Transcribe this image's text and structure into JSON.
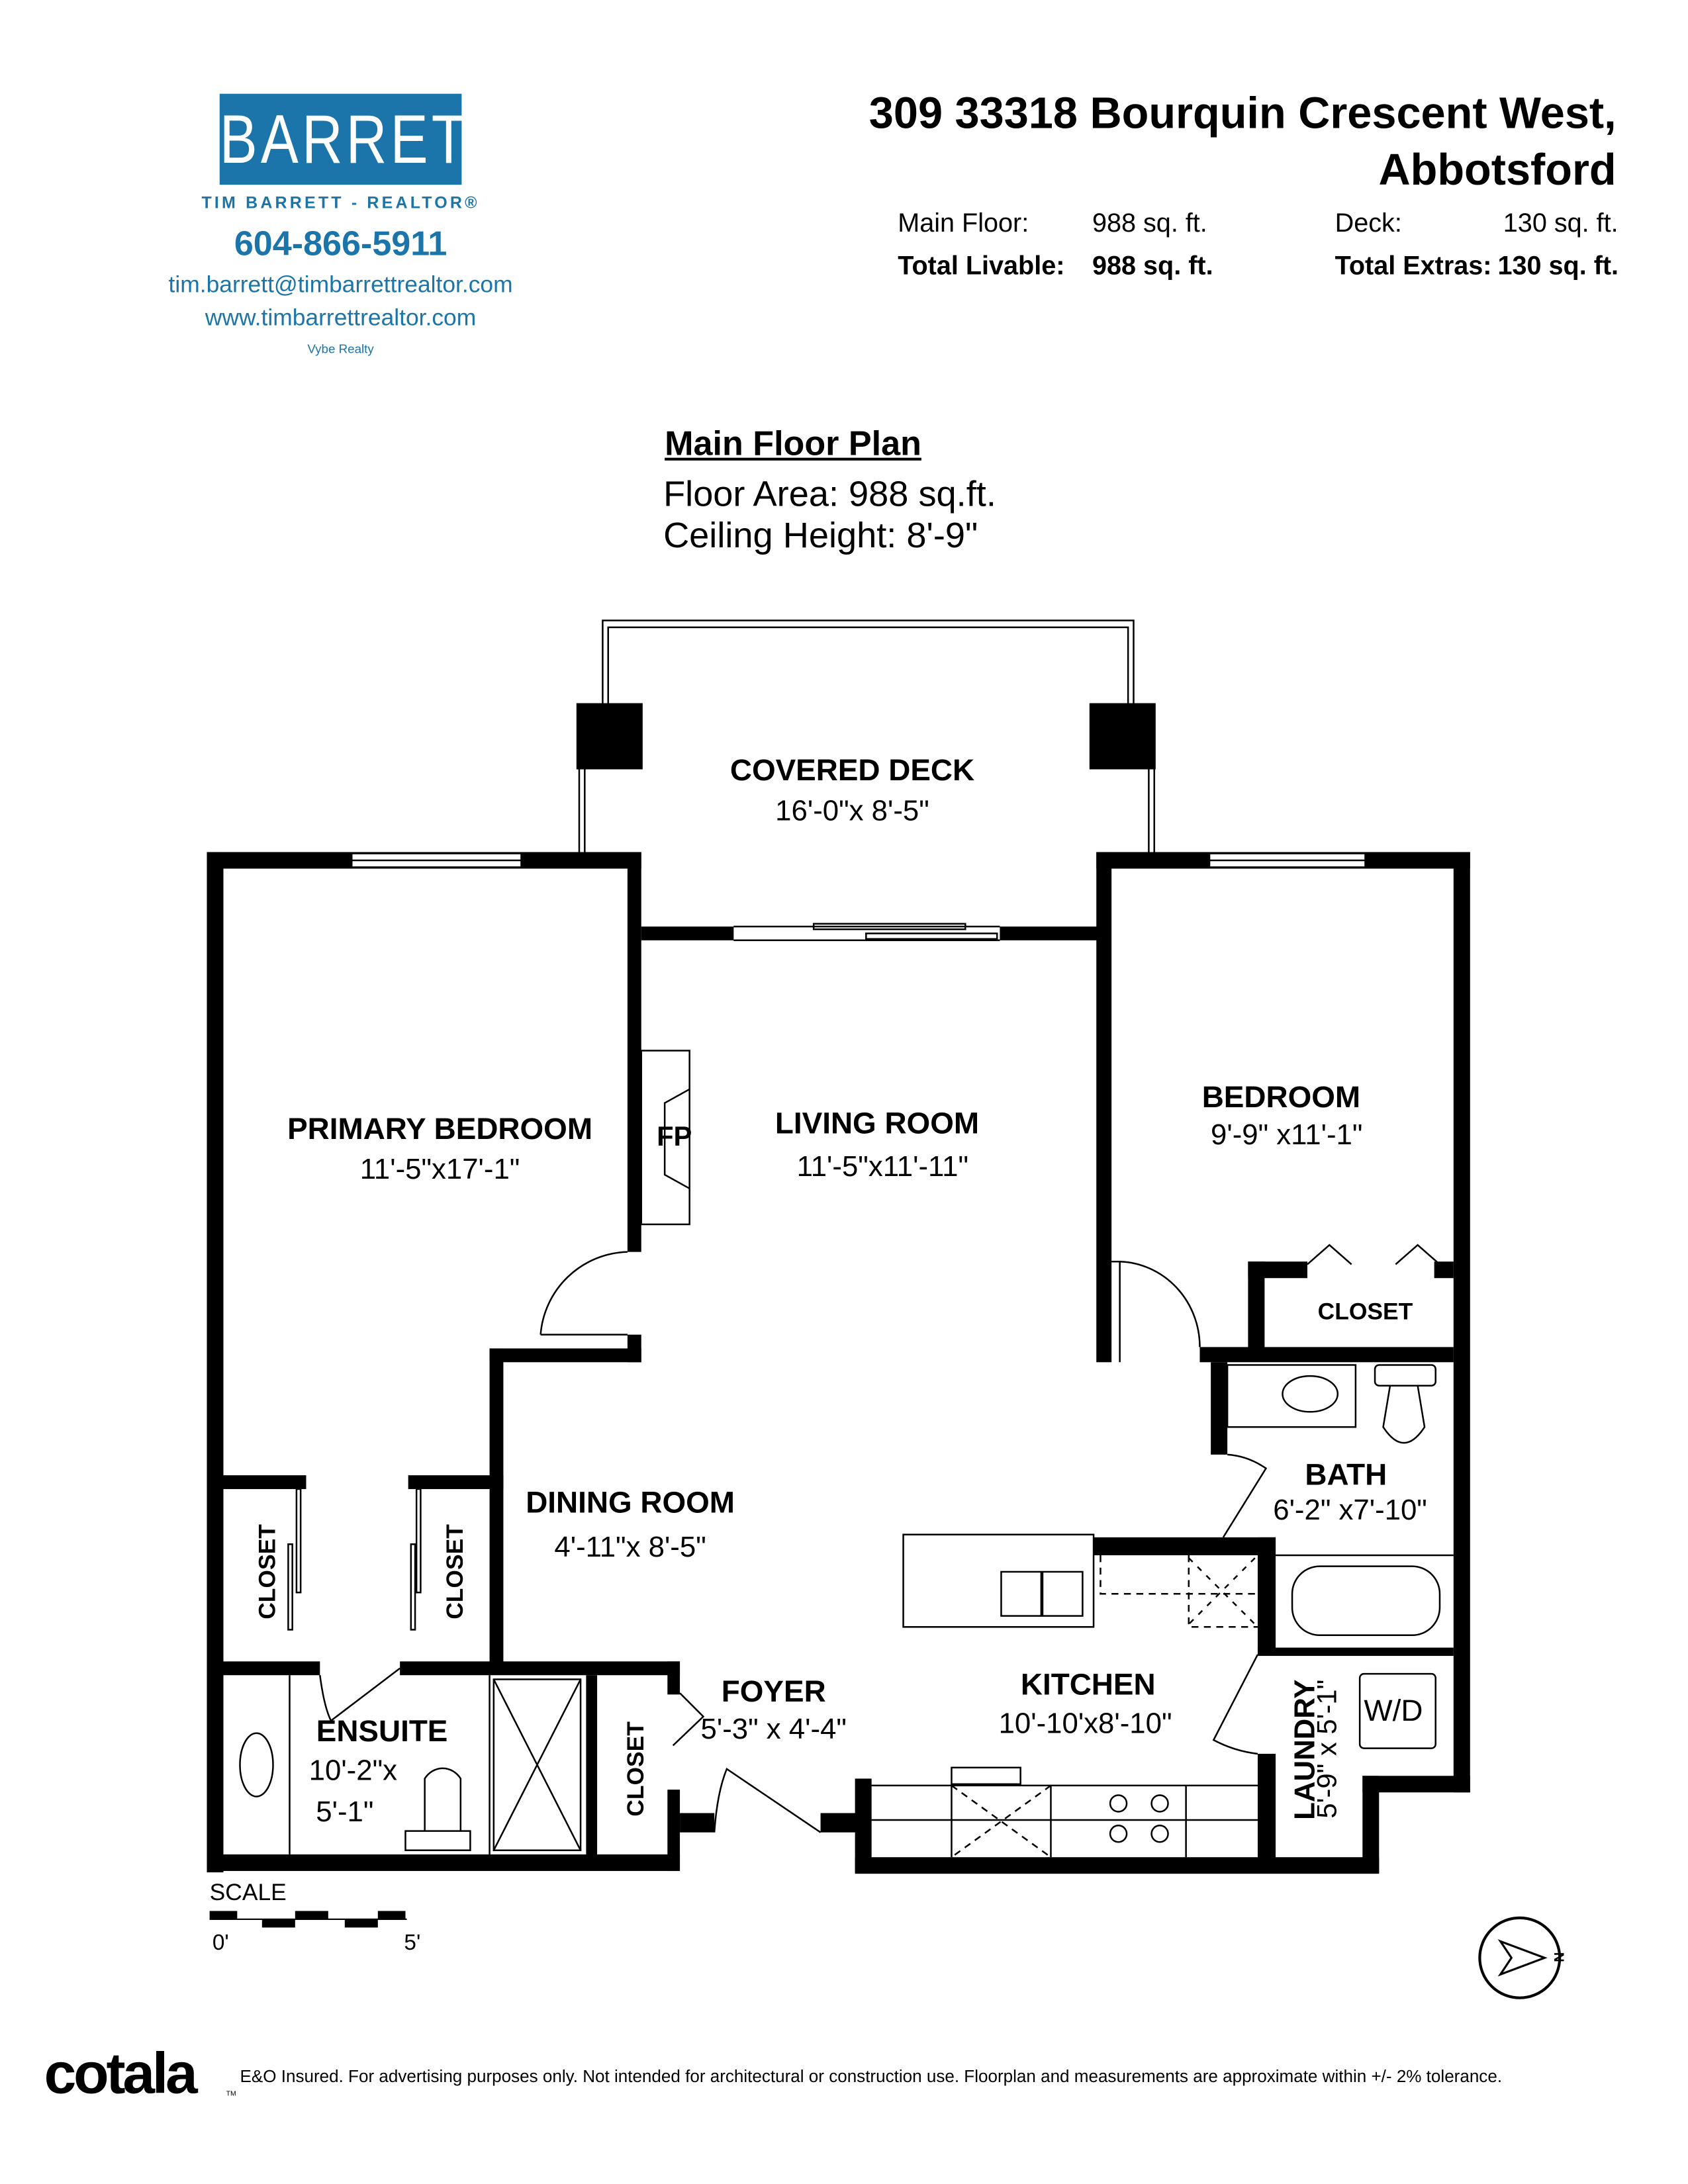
{
  "realtor": {
    "logo_text": "BARRETT",
    "name_line": "TIM BARRETT - REALTOR®",
    "phone": "604-866-5911",
    "email": "tim.barrett@timbarrettrealtor.com",
    "website": "www.timbarrettrealtor.com",
    "brokerage": "Vybe Realty",
    "brand_color": "#1b75aa"
  },
  "property": {
    "address_line1": "309 33318 Bourquin Crescent West,",
    "address_line2": "Abbotsford",
    "main_floor_label": "Main Floor:",
    "main_floor_value": "988 sq. ft.",
    "total_livable_label": "Total Livable:",
    "total_livable_value": "988 sq. ft.",
    "deck_label": "Deck:",
    "deck_value": "130 sq. ft.",
    "total_extras_label": "Total Extras:",
    "total_extras_value": "130 sq. ft."
  },
  "plan": {
    "title": "Main Floor Plan",
    "floor_area": "Floor Area: 988 sq.ft.",
    "ceiling_height": "Ceiling Height: 8'-9\"",
    "rooms": {
      "deck": {
        "name": "COVERED DECK",
        "dims": "16'-0\"x 8'-5\""
      },
      "primary": {
        "name": "PRIMARY BEDROOM",
        "dims": "11'-5\"x17'-1\""
      },
      "fp": {
        "name": "FP"
      },
      "living": {
        "name": "LIVING ROOM",
        "dims": "11'-5\"x11'-11\""
      },
      "bedroom": {
        "name": "BEDROOM",
        "dims": "9'-9\" x11'-1\""
      },
      "bed_closet": {
        "name": "CLOSET"
      },
      "bath": {
        "name": "BATH",
        "dims": "6'-2\" x7'-10\""
      },
      "dining": {
        "name": "DINING ROOM",
        "dims": "4'-11\"x 8'-5\""
      },
      "closet1": {
        "name": "CLOSET"
      },
      "closet2": {
        "name": "CLOSET"
      },
      "ensuite": {
        "name": "ENSUITE",
        "dims1": "10'-2\"x",
        "dims2": "5'-1\""
      },
      "foyer_closet": {
        "name": "CLOSET"
      },
      "foyer": {
        "name": "FOYER",
        "dims": "5'-3\" x 4'-4\""
      },
      "kitchen": {
        "name": "KITCHEN",
        "dims": "10'-10'x8'-10\""
      },
      "laundry": {
        "name": "LAUNDRY",
        "dims": "5'-9\" x 5'-1\""
      },
      "wd": {
        "name": "W/D"
      }
    },
    "scale": {
      "label": "SCALE",
      "start": "0'",
      "end": "5'"
    },
    "north": "N"
  },
  "footer": {
    "brand": "cotala",
    "tm": "TM",
    "disclaimer": "E&O Insured. For advertising purposes only. Not intended for architectural or construction use. Floorplan and measurements are approximate within +/- 2% tolerance."
  }
}
